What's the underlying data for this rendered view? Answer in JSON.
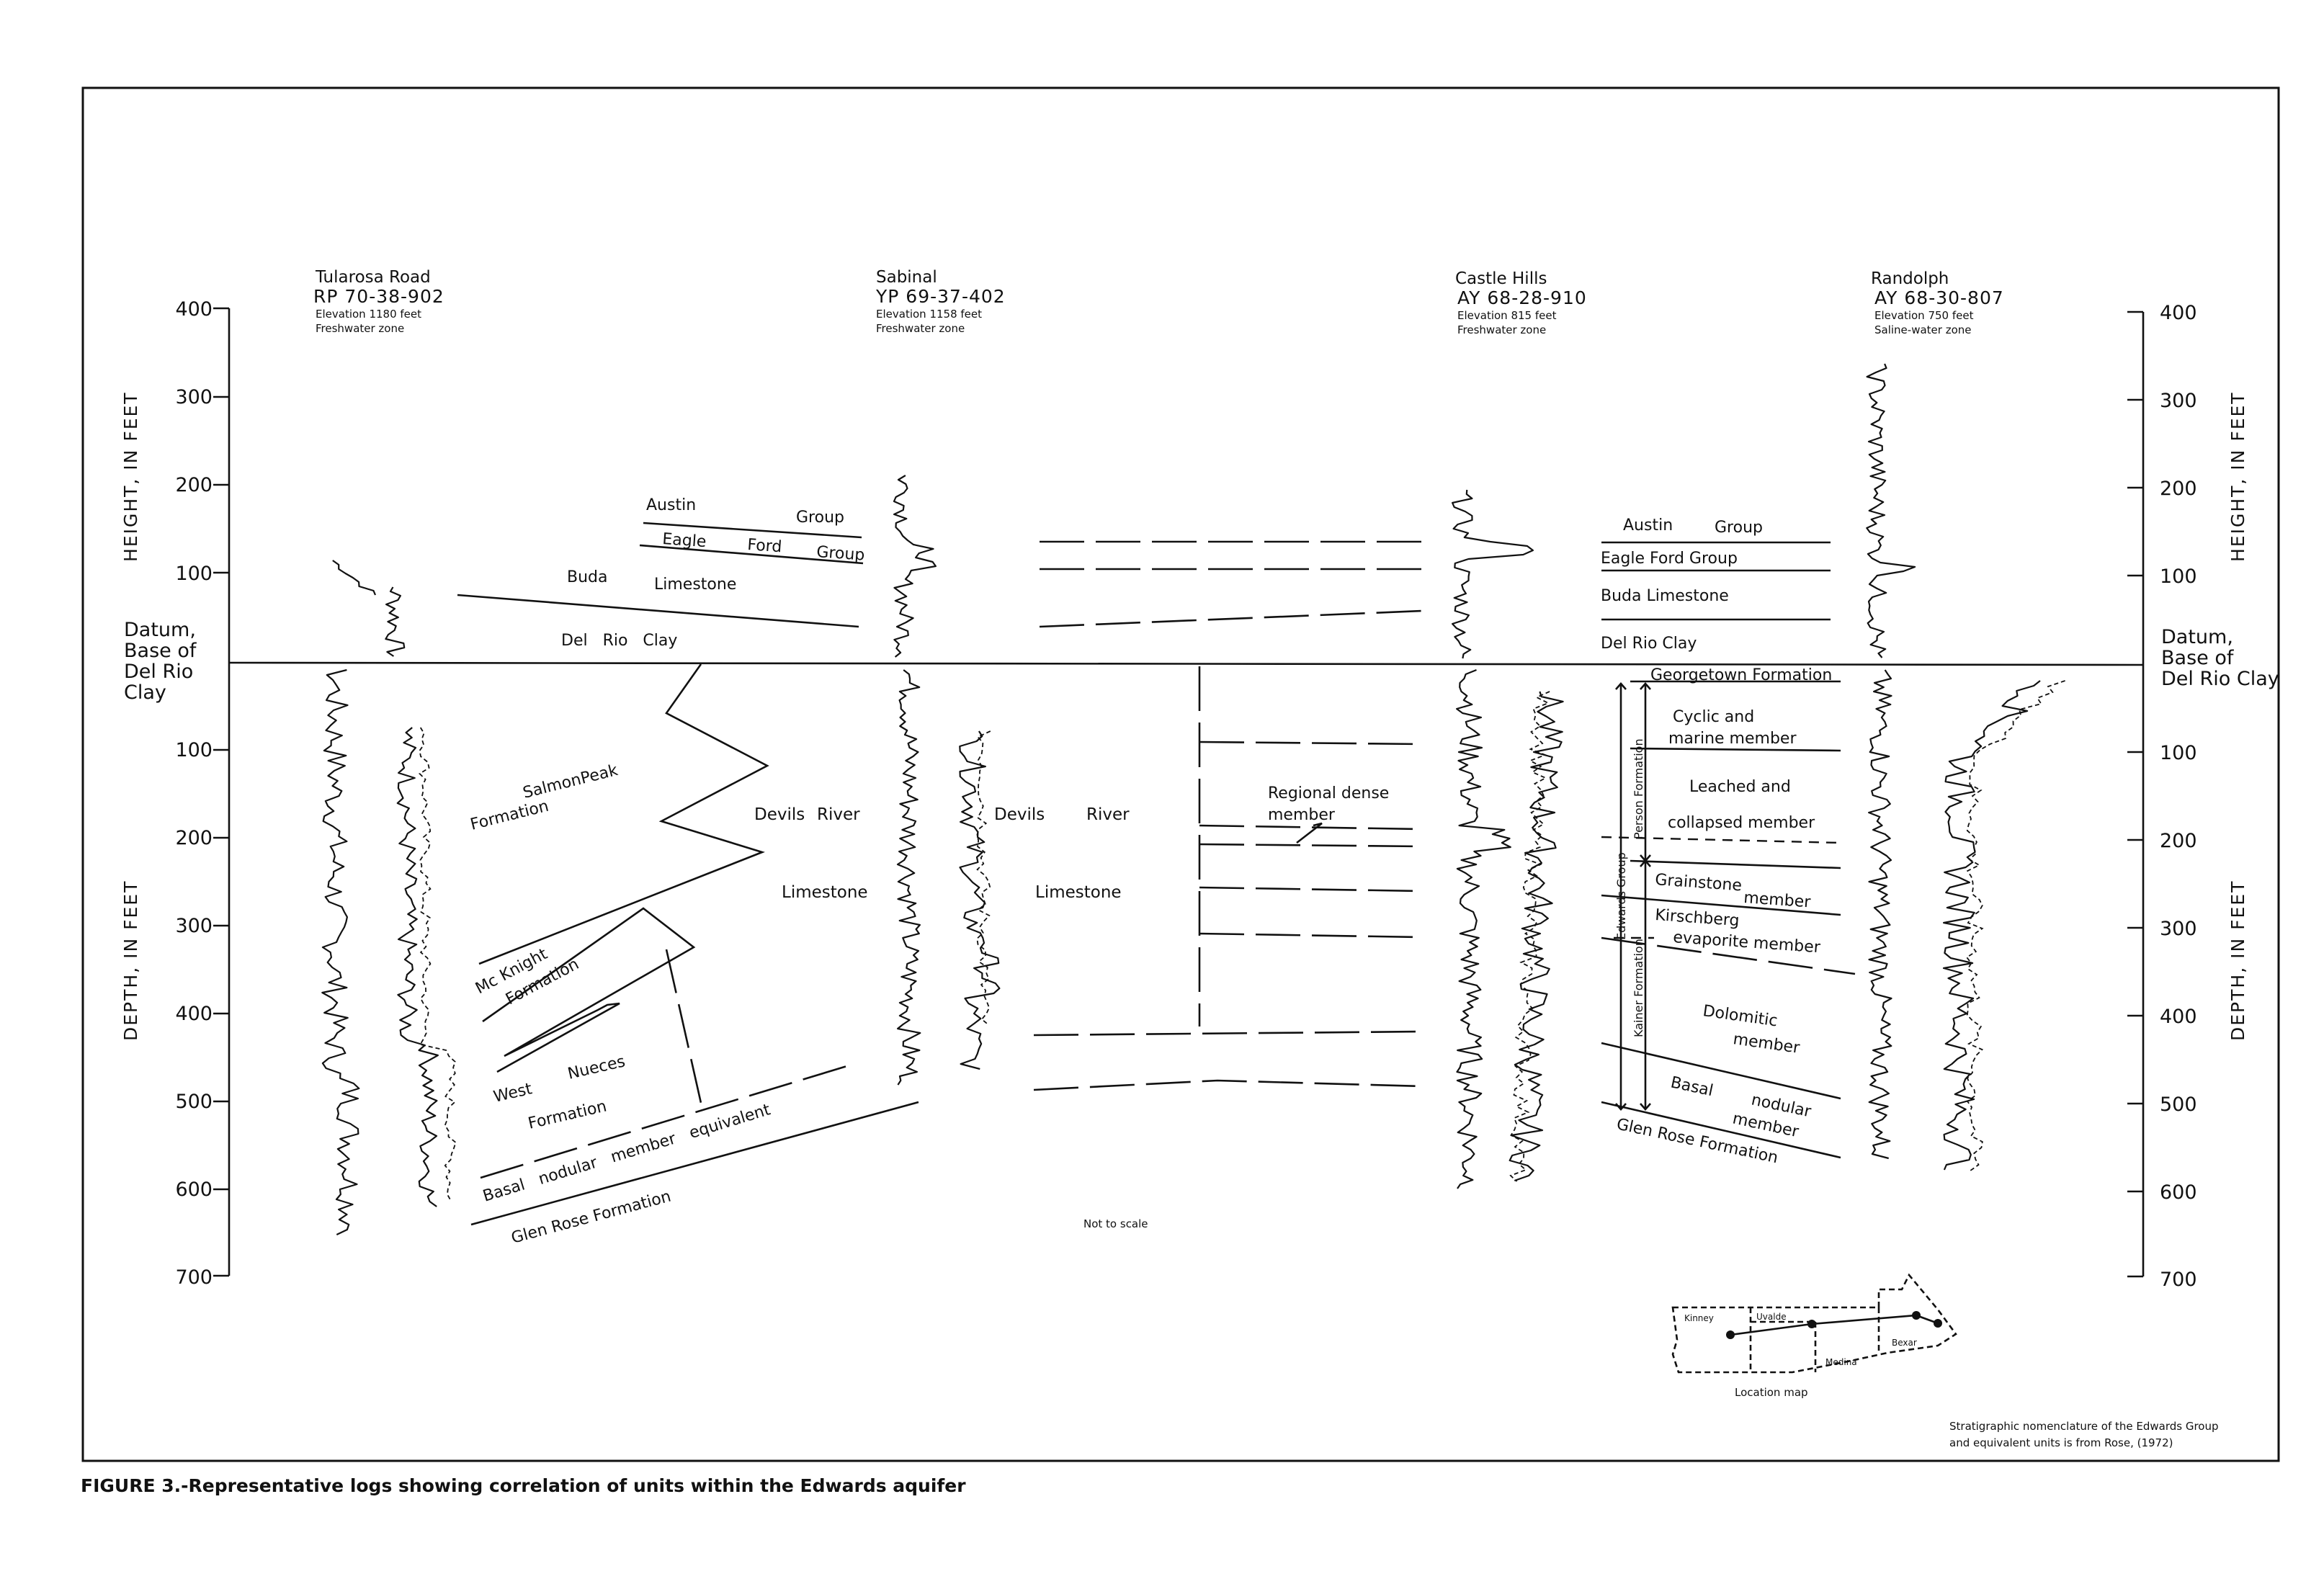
{
  "axes": {
    "left_title_height": "HEIGHT, IN FEET",
    "left_title_depth": "DEPTH, IN FEET",
    "right_title_height": "HEIGHT, IN FEET",
    "right_title_depth": "DEPTH, IN FEET",
    "height_ticks": [
      "400",
      "300",
      "200",
      "100"
    ],
    "depth_ticks": [
      "100",
      "200",
      "300",
      "400",
      "500",
      "600",
      "700"
    ],
    "datum_left": [
      "Datum,",
      "Base of",
      "Del Rio",
      "Clay"
    ],
    "datum_right": [
      "Datum,",
      "Base of",
      "Del Rio Clay"
    ]
  },
  "wells": [
    {
      "name": "Tularosa Road",
      "id": "RP 70-38-902",
      "elevation": "Elevation 1180 feet",
      "zone": "Freshwater zone"
    },
    {
      "name": "Sabinal",
      "id": "YP 69-37-402",
      "elevation": "Elevation 1158 feet",
      "zone": "Freshwater zone"
    },
    {
      "name": "Castle Hills",
      "id": "AY 68-28-910",
      "elevation": "Elevation 815 feet",
      "zone": "Freshwater zone"
    },
    {
      "name": "Randolph",
      "id": "AY 68-30-807",
      "elevation": "Elevation 750 feet",
      "zone": "Saline-water zone"
    }
  ],
  "units_left": {
    "austin_1": "Austin",
    "austin_2": "Group",
    "eagle_1": "Eagle",
    "eagle_2": "Ford",
    "eagle_3": "Group",
    "buda_1": "Buda",
    "buda_2": "Limestone",
    "delrio": "Del Rio Clay",
    "salmon_1": "Salmon",
    "salmon_2": "Peak",
    "salmon_3": "Formation",
    "devils_1": "Devils",
    "devils_2": "River",
    "limestone": "Limestone",
    "mcknight_1": "Mc Knight",
    "mcknight_2": "Formation",
    "west_1": "West",
    "west_2": "Nueces",
    "west_3": "Formation",
    "basal": "Basal nodular member equivalent",
    "glenrose": "Glen Rose Formation"
  },
  "units_middle": {
    "devils_1": "Devils",
    "devils_2": "River",
    "limestone": "Limestone",
    "regional_1": "Regional dense",
    "regional_2": "member",
    "not_to_scale": "Not to scale"
  },
  "units_right": {
    "austin_1": "Austin",
    "austin_2": "Group",
    "eagle": "Eagle Ford Group",
    "buda": "Buda Limestone",
    "delrio": "Del Rio Clay",
    "georgetown": "Georgetown Formation",
    "cyclic_1": "Cyclic and",
    "cyclic_2": "marine member",
    "leached_1": "Leached and",
    "leached_2": "collapsed member",
    "grainstone_1": "Grainstone",
    "grainstone_2": "member",
    "kirschberg_1": "Kirschberg",
    "kirschberg_2": "evaporite member",
    "dolomitic_1": "Dolomitic",
    "dolomitic_2": "member",
    "basal_1": "Basal",
    "basal_2": "nodular",
    "basal_3": "member",
    "glenrose": "Glen Rose Formation",
    "person": "Person Formation",
    "kainer": "Kainer Formation",
    "edwards": "Edwards Group"
  },
  "location_map": {
    "title": "Location map",
    "counties": [
      "Kinney",
      "Uvalde",
      "Medina",
      "Bexar"
    ]
  },
  "source_note": [
    "Stratigraphic nomenclature of the Edwards Group",
    "and equivalent units is from Rose, (1972)"
  ],
  "caption": "FIGURE 3.-Representative logs showing correlation of units within the Edwards aquifer"
}
